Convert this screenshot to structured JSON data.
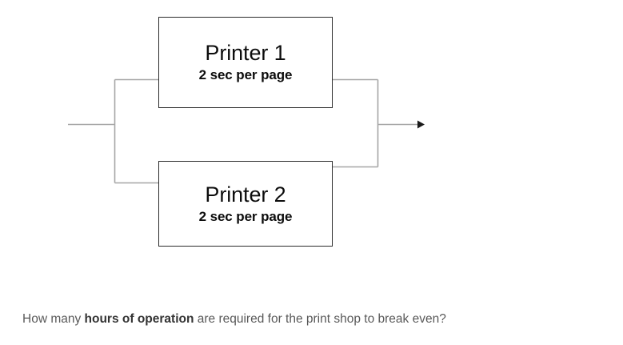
{
  "diagram": {
    "type": "parallel-process-flow",
    "line_color": "#a6a6a6",
    "box_border_color": "#2b2b2b",
    "background_color": "#ffffff",
    "boxes": [
      {
        "id": "printer-1",
        "title": "Printer 1",
        "subtitle": "2 sec per page",
        "rate_value": "2",
        "rate_unit": "sec per page"
      },
      {
        "id": "printer-2",
        "title": "Printer 2",
        "subtitle": "2 sec per page",
        "rate_value": "2",
        "rate_unit": "sec per page"
      }
    ],
    "connectors": {
      "input_stub_label": "input-line",
      "split_label": "split-node",
      "merge_label": "merge-node",
      "output_label": "output-arrow"
    }
  },
  "question": {
    "prefix": "How many ",
    "emphasis": "hours of operation",
    "suffix": " are required for the print shop to break even?",
    "full_text": "How many hours of operation are required for the print shop to break even?"
  }
}
